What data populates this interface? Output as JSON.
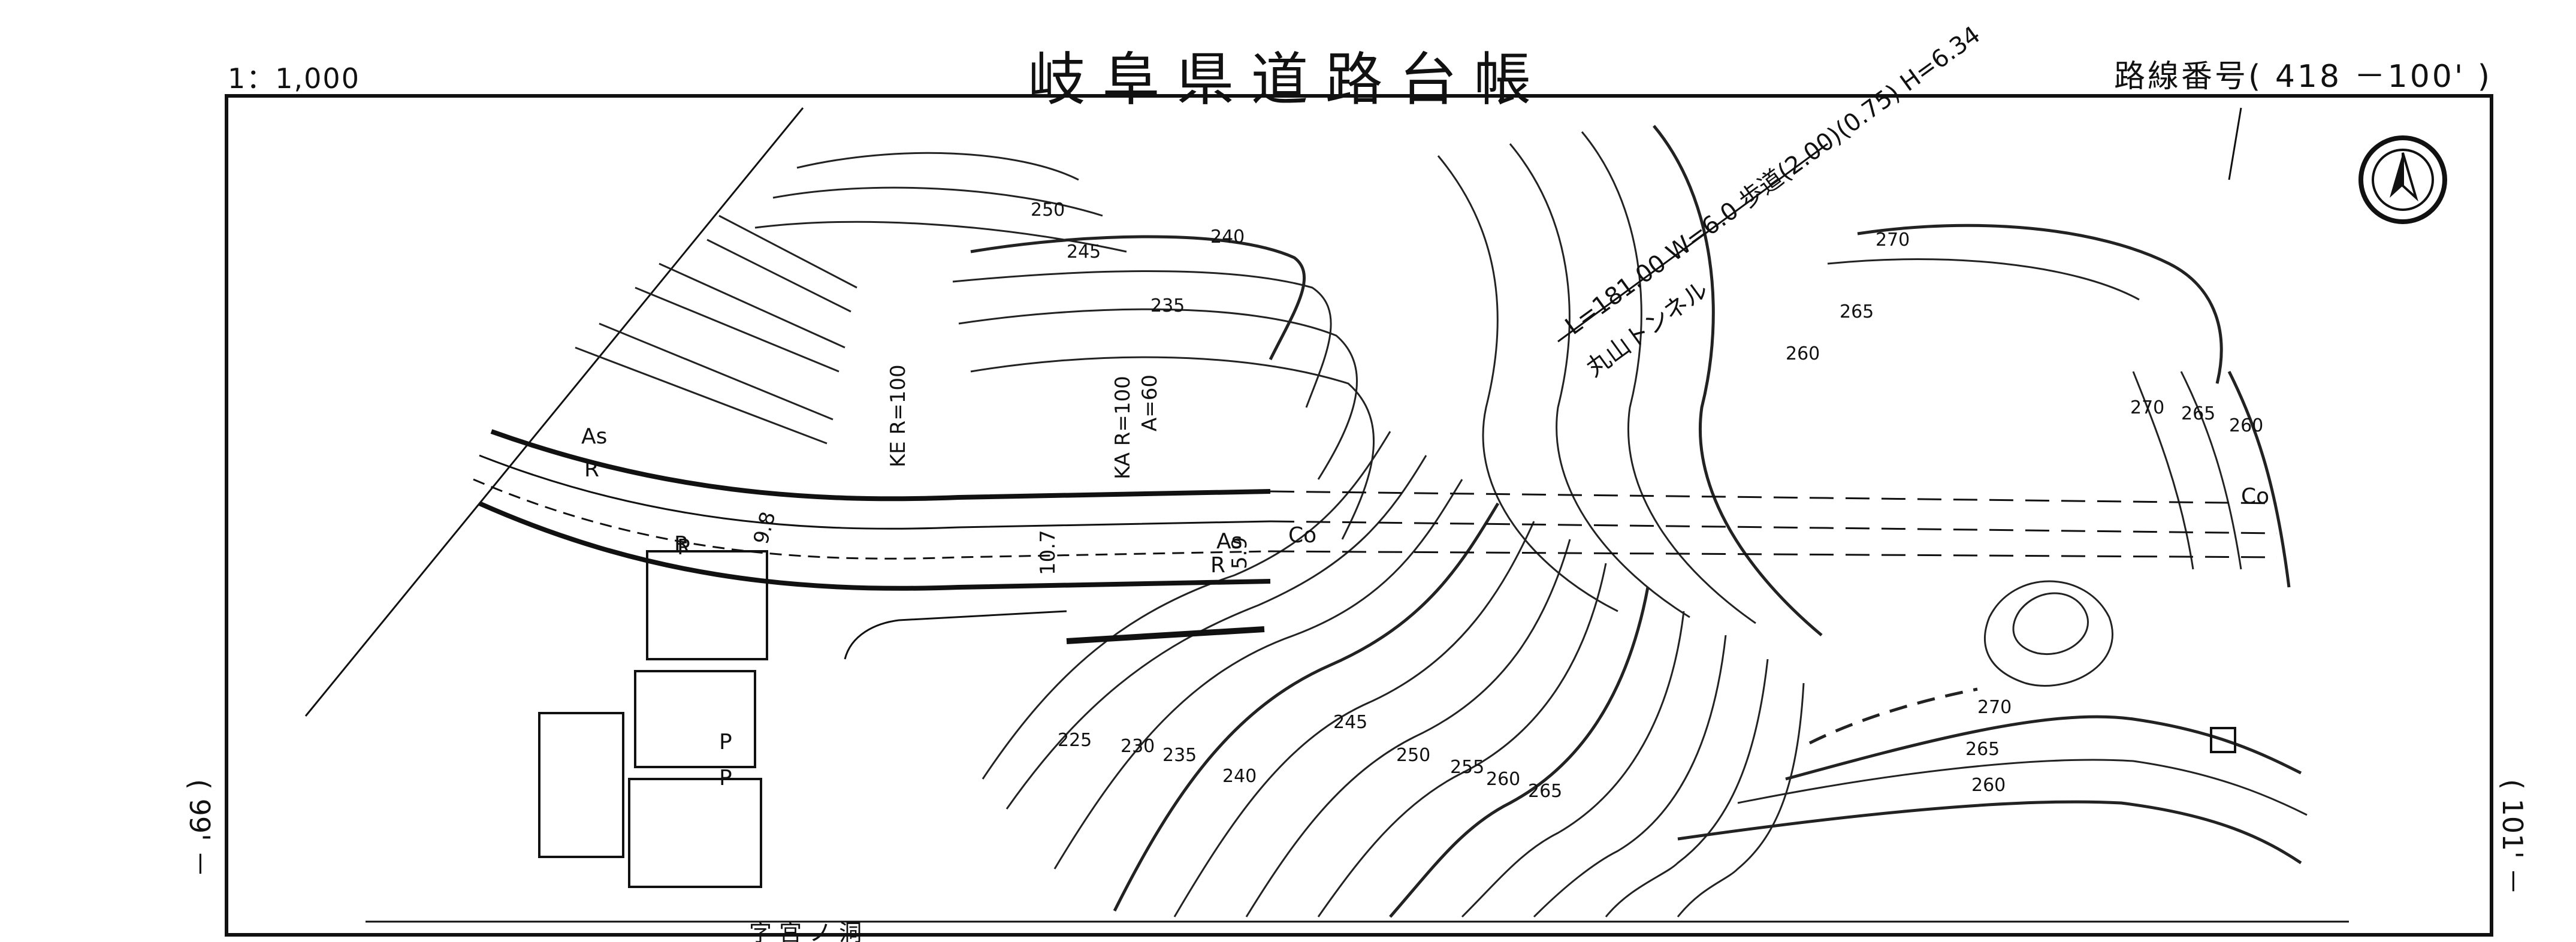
{
  "header": {
    "scale": "1：1,000",
    "title": "岐阜県道路台帳",
    "route_number": "路線番号( 418 －100' )"
  },
  "side_labels": {
    "left": "( 99' －",
    "right": "( 101' －"
  },
  "north_arrow": {
    "icon": "north-arrow-icon"
  },
  "contours": {
    "west": [
      "250",
      "245",
      "240",
      "235",
      "225",
      "230",
      "235",
      "240",
      "245",
      "250",
      "255",
      "260",
      "265"
    ],
    "east": [
      "270",
      "265",
      "260",
      "270",
      "265",
      "260",
      "270",
      "265",
      "260"
    ]
  },
  "road_annotations": {
    "curve_ke": "KE R=100",
    "curve_ka_r": "KA R=100",
    "curve_ka_a": "A=60",
    "width_1": "9.8",
    "width_2": "10.7",
    "width_3": "5.9"
  },
  "tunnel": {
    "spec": "L=181.00 W=6.0 歩道(2.00)(0.75) H=6.34",
    "name": "丸山トンネル"
  },
  "surface_labels": [
    "As",
    "As",
    "Co",
    "Co",
    "R",
    "R",
    "R",
    "P",
    "P",
    "P"
  ],
  "footer_text": "字 宮 ノ 洞"
}
